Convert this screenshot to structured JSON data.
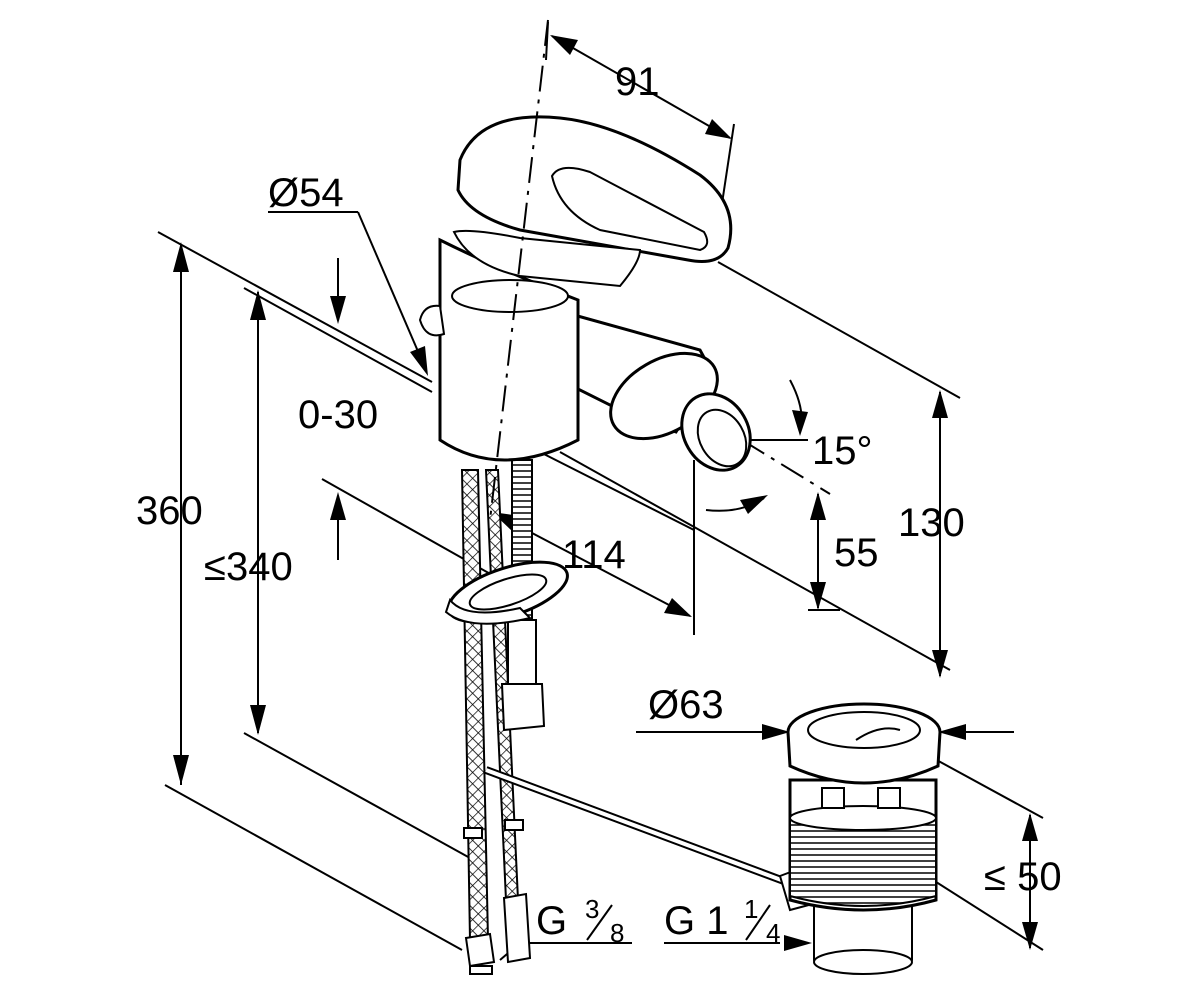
{
  "dimensions": {
    "d91": "91",
    "d54": "Ø54",
    "d0_30": "0-30",
    "d360": "360",
    "d340": "≤340",
    "d114": "114",
    "d15": "15°",
    "d55": "55",
    "d130": "130",
    "d63": "Ø63",
    "d50": "≤ 50"
  },
  "threads": {
    "g38_prefix": "G",
    "g38_num": "3",
    "g38_den": "8",
    "g114_prefix": "G 1",
    "g114_num": "1",
    "g114_den": "4"
  },
  "colors": {
    "line": "#000000",
    "background": "#ffffff"
  }
}
